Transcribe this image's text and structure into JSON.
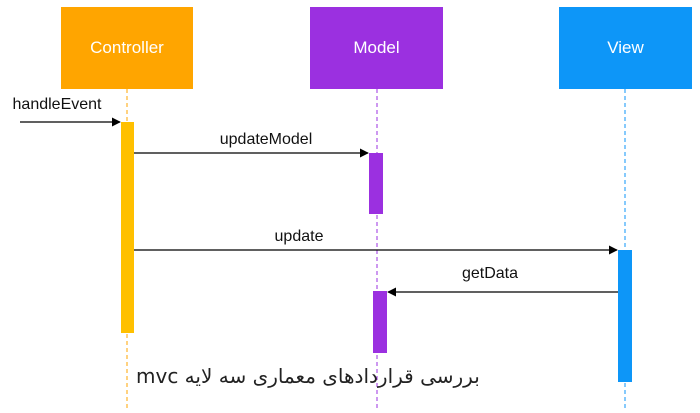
{
  "colors": {
    "controller": "#ffa500",
    "controller_bar": "#ffc000",
    "model": "#9b30e0",
    "view": "#0d96f8",
    "arrow": "#000000"
  },
  "actors": {
    "controller": "Controller",
    "model": "Model",
    "view": "View"
  },
  "messages": {
    "handle_event": "handleEvent",
    "update_model": "updateModel",
    "update": "update",
    "get_data": "getData"
  },
  "caption": "بررسی قراردادهای معماری سه لایه mvc"
}
